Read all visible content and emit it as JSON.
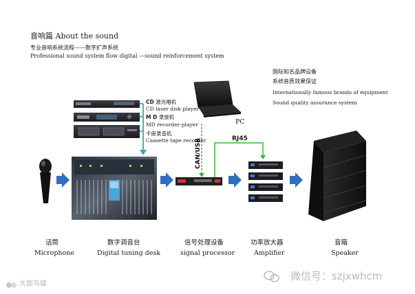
{
  "header": {
    "title": "音响篇 About the sound",
    "subtitle_cn": "专业音响系统流程——数字扩声系统",
    "subtitle_en": "Professional sound system flow digital ---sound reinforcement system"
  },
  "brand_note": {
    "cn_line1": "国际知名品牌设备",
    "cn_line2": "系统音质效果保证",
    "en_line1": "Internationally famous brands of equipment",
    "en_line2": "Sound quality assurance system"
  },
  "sources": [
    {
      "cn": "激光唱机",
      "prefix": "CD",
      "en": "CD laser disk player"
    },
    {
      "cn": "录放机",
      "prefix": "M D",
      "en": "MD recorder-player"
    },
    {
      "cn": "卡座录音机",
      "prefix": "",
      "en": "Cassette tape recorder"
    }
  ],
  "links": {
    "pc": "PC",
    "can_usb": "CAN/USB",
    "rj45": "RJ45"
  },
  "chain": [
    {
      "cn": "话筒",
      "en": "Microphone"
    },
    {
      "cn": "数字调音台",
      "en": "Digital tuning desk"
    },
    {
      "cn": "信号处理设备",
      "en": "signal processor"
    },
    {
      "cn": "功率放大器",
      "en": "Amplifier"
    },
    {
      "cn": "音箱",
      "en": "Speaker"
    }
  ],
  "watermark": {
    "left": "大部鸟媒",
    "right_label": "微信号：",
    "right_id": "szjxwhcm"
  },
  "colors": {
    "arrow_blue": "#2f6fc0",
    "line_teal": "#3aa7b3",
    "line_green": "#3ab43a"
  }
}
